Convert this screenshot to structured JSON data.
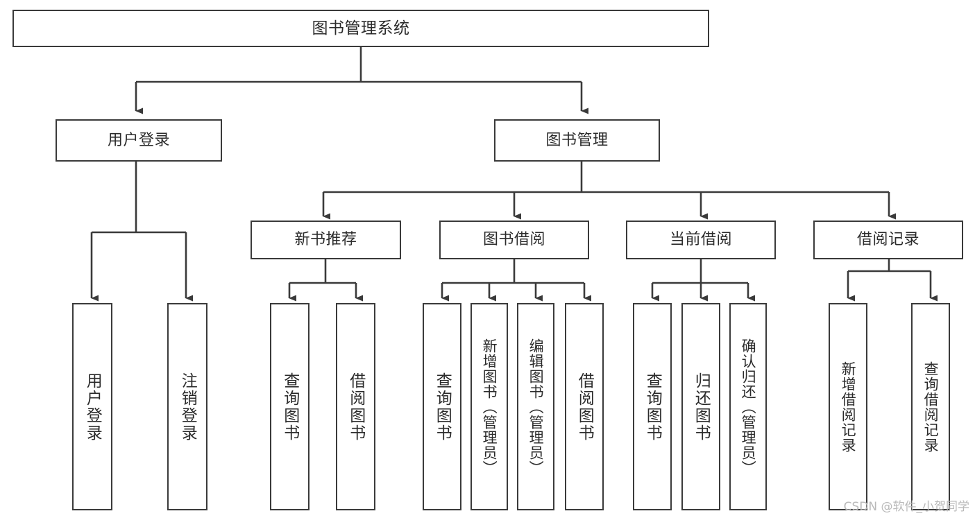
{
  "diagram": {
    "type": "tree-hierarchy-functional-decomposition",
    "root": {
      "id": "root",
      "label": "图书管理系统"
    },
    "level2": [
      {
        "id": "user-login",
        "label": "用户登录"
      },
      {
        "id": "book-manage",
        "label": "图书管理"
      }
    ],
    "level3": [
      {
        "id": "new-book-rec",
        "label": "新书推荐"
      },
      {
        "id": "book-borrow",
        "label": "图书借阅"
      },
      {
        "id": "current-borrow",
        "label": "当前借阅"
      },
      {
        "id": "borrow-record",
        "label": "借阅记录"
      }
    ],
    "leaves": {
      "user_login": [
        {
          "id": "leaf-user-login",
          "label": "用户登录"
        },
        {
          "id": "leaf-logout",
          "label": "注销登录"
        }
      ],
      "new_book_rec": [
        {
          "id": "leaf-query-book-1",
          "label": "查询图书"
        },
        {
          "id": "leaf-borrow-book-1",
          "label": "借阅图书"
        }
      ],
      "book_borrow": [
        {
          "id": "leaf-query-book-2",
          "label": "查询图书"
        },
        {
          "id": "leaf-add-book",
          "label": "新增图书（管理员）"
        },
        {
          "id": "leaf-edit-book",
          "label": "编辑图书（管理员）"
        },
        {
          "id": "leaf-borrow-book-2",
          "label": "借阅图书"
        }
      ],
      "current_borrow": [
        {
          "id": "leaf-query-book-3",
          "label": "查询图书"
        },
        {
          "id": "leaf-return-book",
          "label": "归还图书"
        },
        {
          "id": "leaf-confirm-return",
          "label": "确认归还（管理员）"
        }
      ],
      "borrow_record": [
        {
          "id": "leaf-add-record",
          "label": "新增借阅记录"
        },
        {
          "id": "leaf-query-record",
          "label": "查询借阅记录"
        }
      ]
    }
  },
  "watermark": {
    "text": "CSDN @软件_小贺同学"
  },
  "colors": {
    "background": "#ffffff",
    "box_fill": "#ffffff",
    "box_stroke": "#3a3a3a",
    "connector": "#3a3a3a",
    "text": "#2b2b2b",
    "watermark": "#b9b9b9"
  }
}
